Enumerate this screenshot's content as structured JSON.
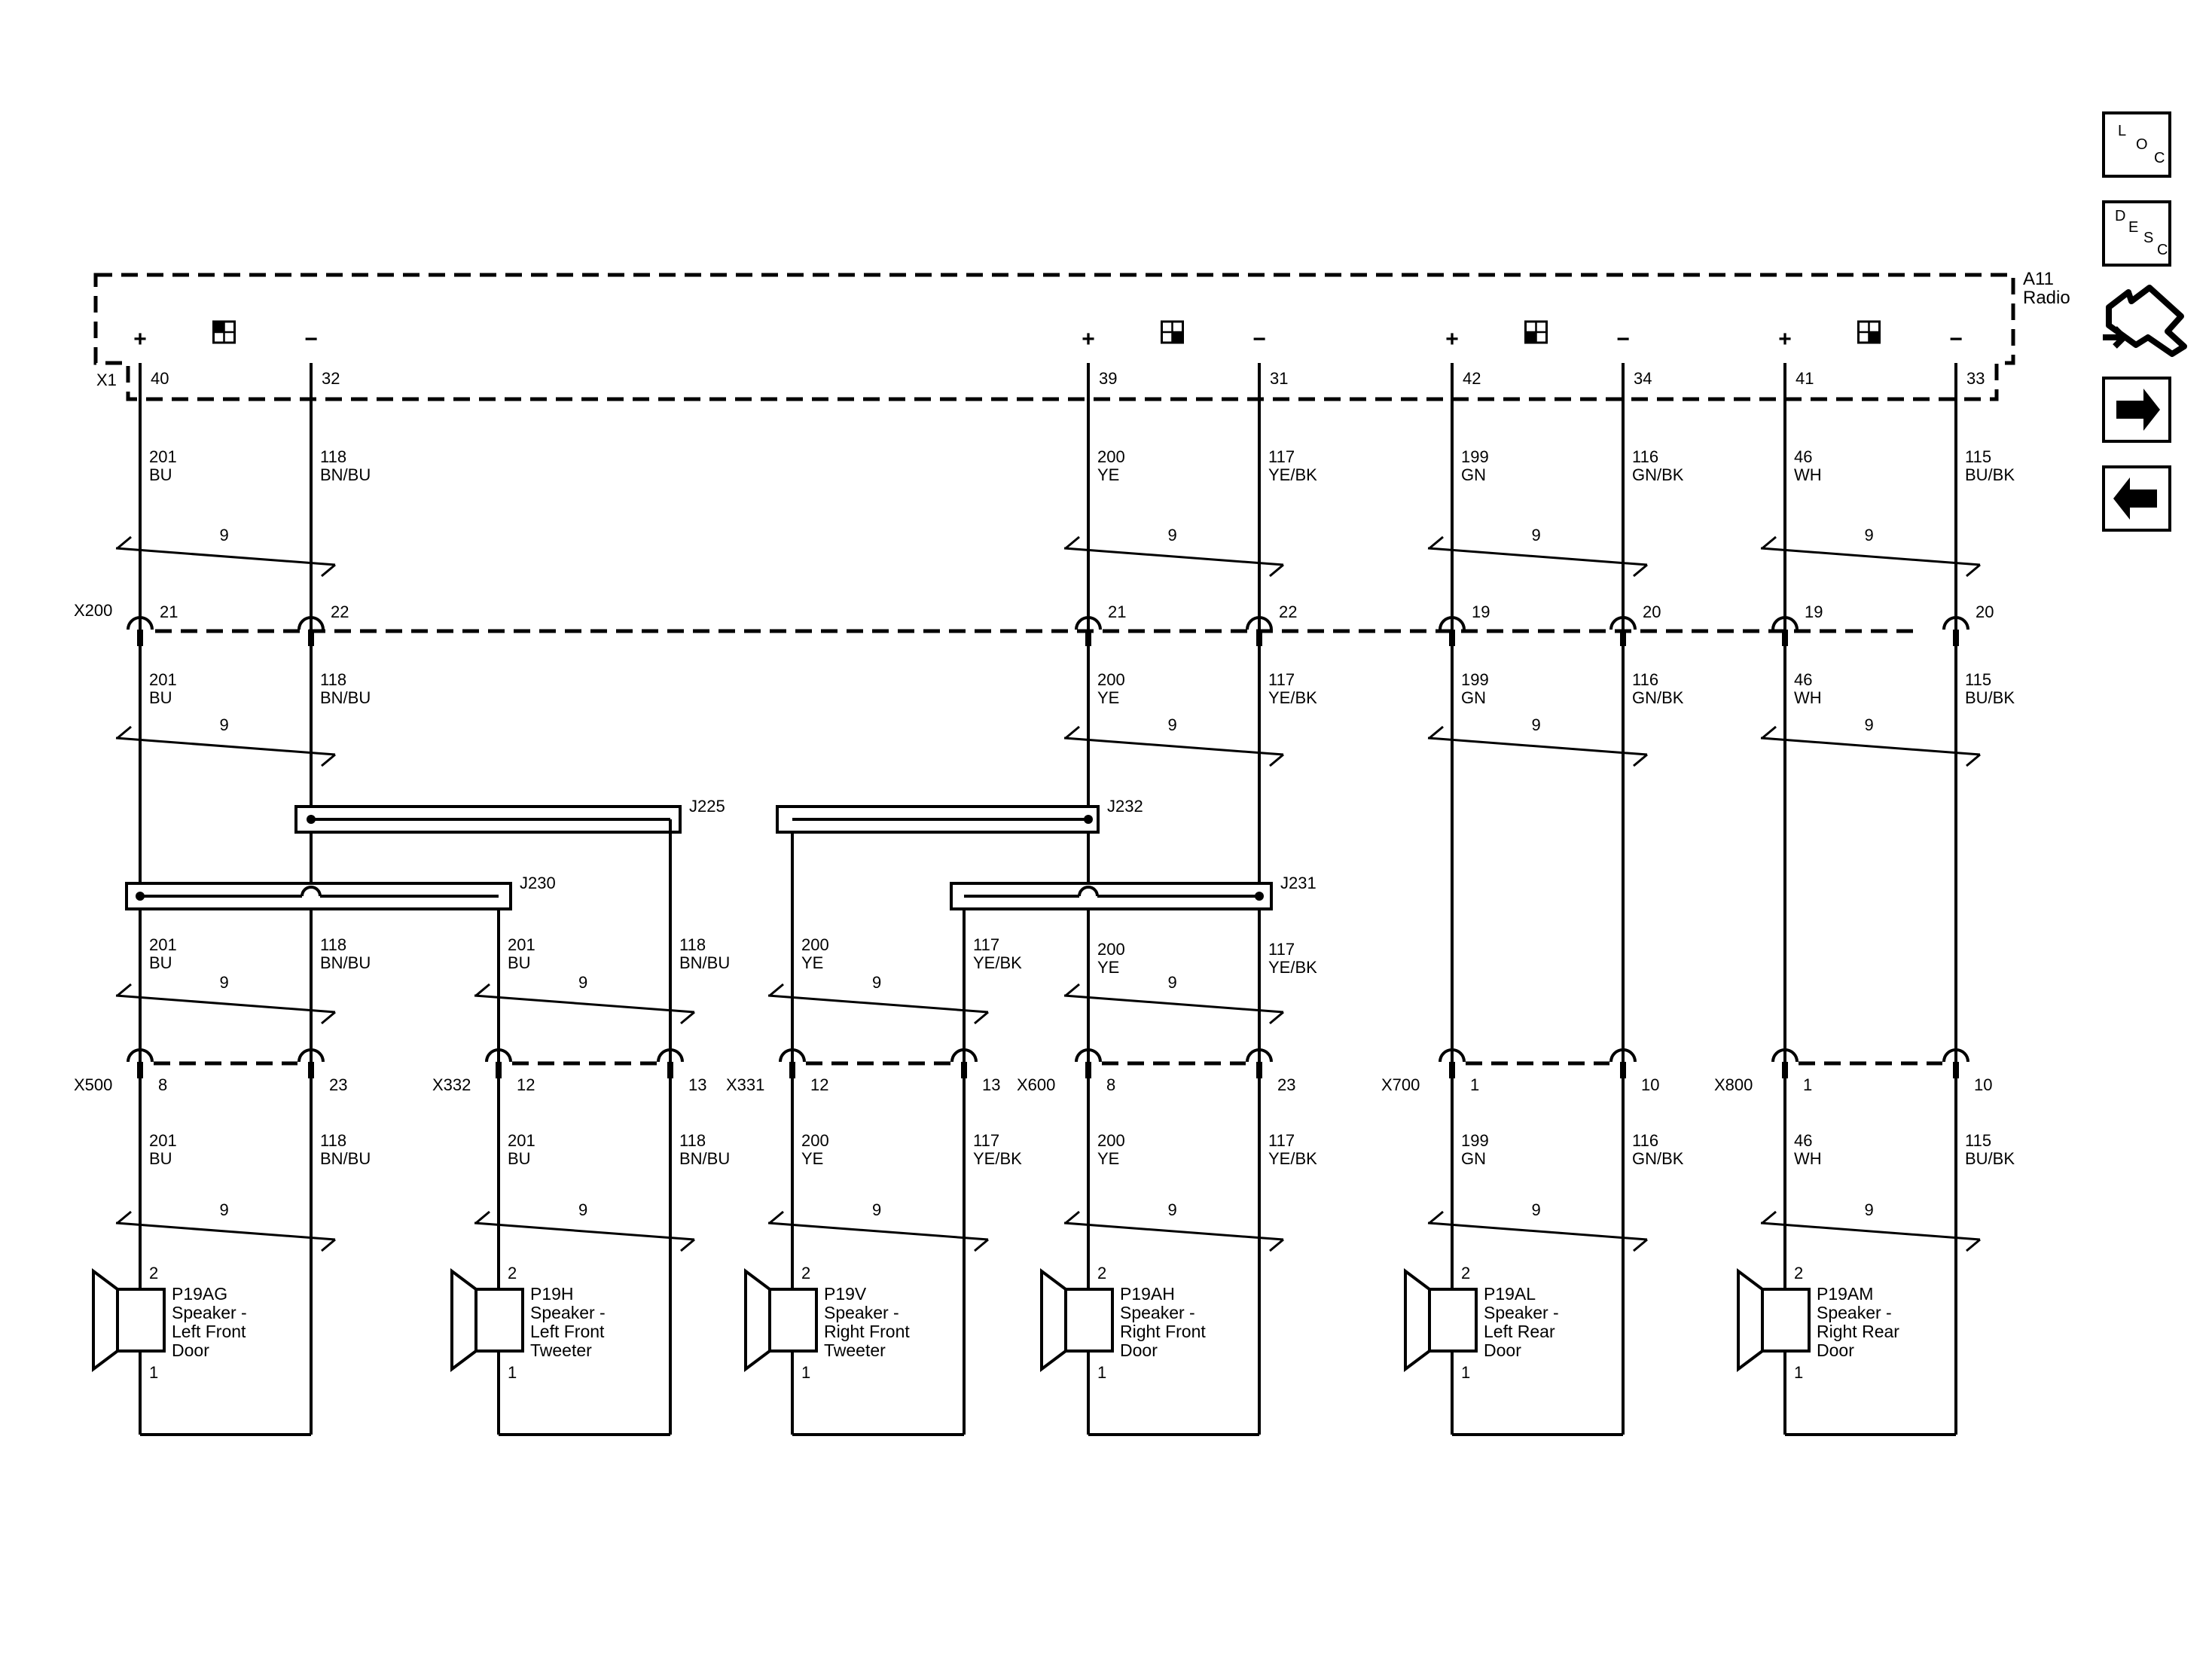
{
  "module": {
    "id": "A11",
    "name": "Radio",
    "connector": "X1"
  },
  "channels": [
    {
      "id": "lf",
      "pins": [
        "40",
        "32"
      ],
      "x200_pins": [
        "21",
        "22"
      ],
      "upper": [
        {
          "circuit": "201",
          "color": "BU"
        },
        {
          "circuit": "118",
          "color": "BN/BU"
        }
      ]
    },
    {
      "id": "rf",
      "pins": [
        "39",
        "31"
      ],
      "x200_pins": [
        "21",
        "22"
      ],
      "upper": [
        {
          "circuit": "200",
          "color": "YE"
        },
        {
          "circuit": "117",
          "color": "YE/BK"
        }
      ]
    },
    {
      "id": "lr",
      "pins": [
        "42",
        "34"
      ],
      "x200_pins": [
        "19",
        "20"
      ],
      "upper": [
        {
          "circuit": "199",
          "color": "GN"
        },
        {
          "circuit": "116",
          "color": "GN/BK"
        }
      ]
    },
    {
      "id": "rr",
      "pins": [
        "41",
        "33"
      ],
      "x200_pins": [
        "19",
        "20"
      ],
      "upper": [
        {
          "circuit": "46",
          "color": "WH"
        },
        {
          "circuit": "115",
          "color": "BU/BK"
        }
      ]
    }
  ],
  "polarity": {
    "plus": "+",
    "minus": "−"
  },
  "twist_label": "9",
  "inline_connector": "X200",
  "splices": [
    {
      "id": "J225"
    },
    {
      "id": "J232"
    },
    {
      "id": "J230"
    },
    {
      "id": "J231"
    }
  ],
  "speakers": [
    {
      "connector": "X500",
      "pins": [
        "8",
        "23"
      ],
      "wires": [
        {
          "circuit": "201",
          "color": "BU"
        },
        {
          "circuit": "118",
          "color": "BN/BU"
        }
      ],
      "ref": "P19AG",
      "name": [
        "Speaker -",
        "Left Front",
        "Door"
      ],
      "spk_pins": [
        "2",
        "1"
      ]
    },
    {
      "connector": "X332",
      "pins": [
        "12",
        "13"
      ],
      "wires": [
        {
          "circuit": "201",
          "color": "BU"
        },
        {
          "circuit": "118",
          "color": "BN/BU"
        }
      ],
      "ref": "P19H",
      "name": [
        "Speaker -",
        "Left Front",
        "Tweeter"
      ],
      "spk_pins": [
        "2",
        "1"
      ]
    },
    {
      "connector": "X331",
      "pins": [
        "12",
        "13"
      ],
      "wires": [
        {
          "circuit": "200",
          "color": "YE"
        },
        {
          "circuit": "117",
          "color": "YE/BK"
        }
      ],
      "ref": "P19V",
      "name": [
        "Speaker -",
        "Right Front",
        "Tweeter"
      ],
      "spk_pins": [
        "2",
        "1"
      ]
    },
    {
      "connector": "X600",
      "pins": [
        "8",
        "23"
      ],
      "wires": [
        {
          "circuit": "200",
          "color": "YE"
        },
        {
          "circuit": "117",
          "color": "YE/BK"
        }
      ],
      "ref": "P19AH",
      "name": [
        "Speaker -",
        "Right Front",
        "Door"
      ],
      "spk_pins": [
        "2",
        "1"
      ]
    },
    {
      "connector": "X700",
      "pins": [
        "1",
        "10"
      ],
      "wires": [
        {
          "circuit": "199",
          "color": "GN"
        },
        {
          "circuit": "116",
          "color": "GN/BK"
        }
      ],
      "ref": "P19AL",
      "name": [
        "Speaker -",
        "Left Rear",
        "Door"
      ],
      "spk_pins": [
        "2",
        "1"
      ]
    },
    {
      "connector": "X800",
      "pins": [
        "1",
        "10"
      ],
      "wires": [
        {
          "circuit": "46",
          "color": "WH"
        },
        {
          "circuit": "115",
          "color": "BU/BK"
        }
      ],
      "ref": "P19AM",
      "name": [
        "Speaker -",
        "Right Rear",
        "Door"
      ],
      "spk_pins": [
        "2",
        "1"
      ]
    }
  ],
  "sidebar": {
    "loc": [
      "L",
      "O",
      "C"
    ],
    "desc": [
      "D",
      "E",
      "S",
      "C"
    ],
    "icons": [
      "connector-icon",
      "next-arrow-icon",
      "previous-arrow-icon"
    ]
  }
}
